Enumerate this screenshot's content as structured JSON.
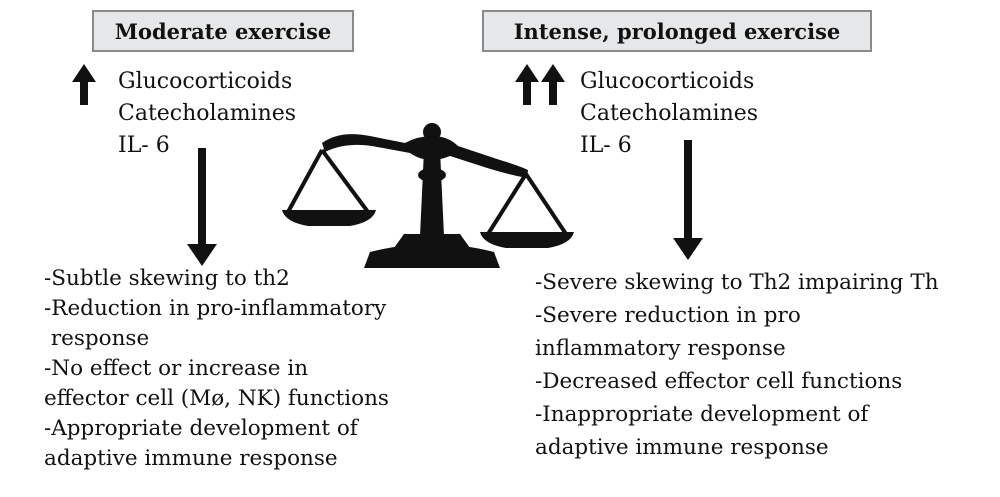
{
  "left": {
    "title": "Moderate exercise",
    "hormones": [
      "Glucocorticoids",
      "Catecholamines",
      "IL- 6"
    ],
    "effects": [
      "-Subtle skewing to th2",
      "-Reduction in pro-inflammatory",
      " response",
      "-No effect or increase in",
      "effector cell (Mø, NK) functions",
      "-Appropriate development of",
      "adaptive immune response"
    ]
  },
  "right": {
    "title": "Intense, prolonged exercise",
    "hormones": [
      "Glucocorticoids",
      "Catecholamines",
      "IL- 6"
    ],
    "effects": [
      "-Severe skewing to Th2 impairing Th",
      "-Severe reduction in pro",
      "inflammatory response",
      "-Decreased effector cell functions",
      "-Inappropriate development of",
      "adaptive immune response"
    ]
  },
  "colors": {
    "ink": "#111111",
    "header_fill": "#e6e7e8",
    "header_border": "#8a8a8a"
  },
  "icons": {
    "increase_single": "up-arrow-icon",
    "increase_double": "double-up-arrow-icon",
    "flow": "down-arrow-icon",
    "balance": "balance-scale-icon"
  }
}
